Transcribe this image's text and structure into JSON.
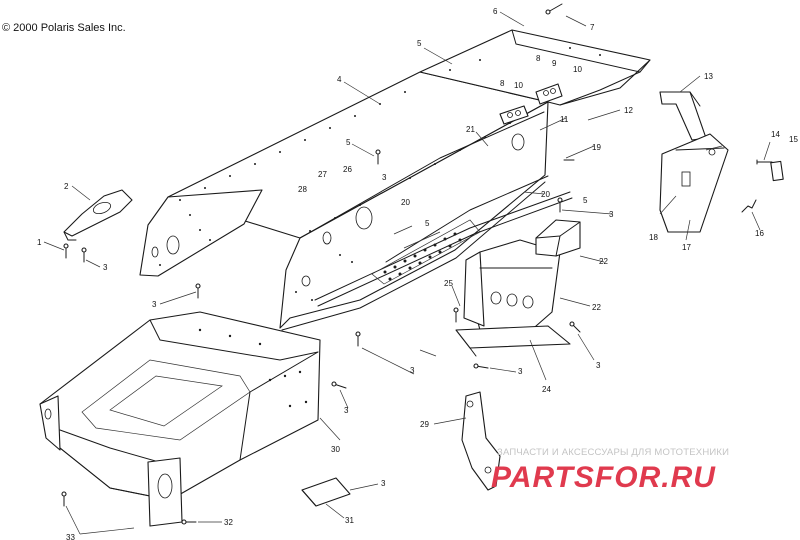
{
  "header": {
    "copyright": "© 2000 Polaris Sales Inc."
  },
  "watermark": {
    "tagline": "ЗАПЧАСТИ И АКСЕССУАРЫ ДЛЯ МОТОТЕХНИКИ",
    "logo": "PARTSFOR.RU",
    "logo_color": "#e03a4e"
  },
  "callouts": {
    "c1": "1",
    "c2": "2",
    "c3a": "3",
    "c3b": "3",
    "c3c": "3",
    "c3d": "3",
    "c3e": "3",
    "c3f": "3",
    "c3g": "3",
    "c3h": "3",
    "c3i": "3",
    "c4": "4",
    "c5a": "5",
    "c5b": "5",
    "c5c": "5",
    "c5d": "5",
    "c6": "6",
    "c7": "7",
    "c8a": "8",
    "c8b": "8",
    "c9": "9",
    "c10a": "10",
    "c10b": "10",
    "c11": "11",
    "c12": "12",
    "c13": "13",
    "c14": "14",
    "c15": "15",
    "c16": "16",
    "c17": "17",
    "c18": "18",
    "c19": "19",
    "c20a": "20",
    "c20b": "20",
    "c21": "21",
    "c22a": "22",
    "c22b": "22",
    "c24": "24",
    "c25": "25",
    "c26": "26",
    "c27": "27",
    "c28": "28",
    "c29": "29",
    "c30": "30",
    "c31": "31",
    "c32": "32",
    "c33": "33"
  }
}
